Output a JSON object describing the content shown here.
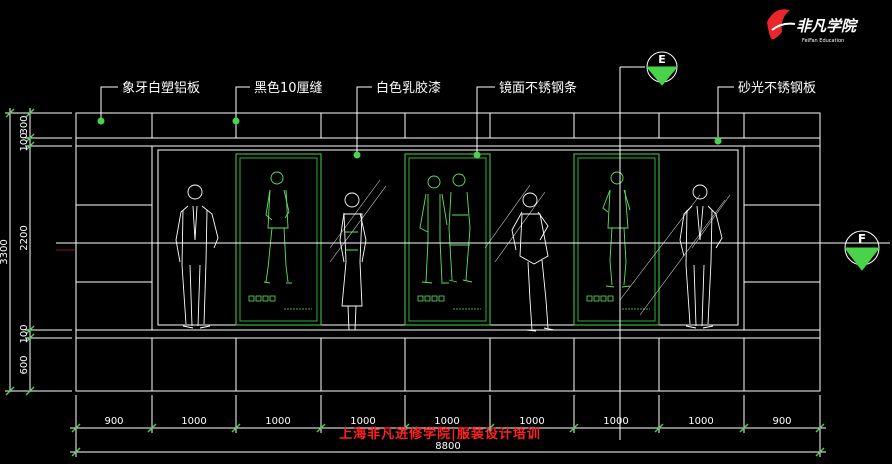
{
  "logo": {
    "name_cn": "非凡学院",
    "name_en": "FeiFan Education"
  },
  "annotations": [
    "象牙白塑铝板",
    "黑色10厘缝",
    "白色乳胶漆",
    "镜面不锈钢条",
    "砂光不锈钢板"
  ],
  "section_markers": {
    "top": "E",
    "right": "F"
  },
  "left_dimensions": [
    "300",
    "100",
    "2200",
    "100",
    "600"
  ],
  "left_total": "3300",
  "bottom_dimensions": [
    "900",
    "1000",
    "1000",
    "1000",
    "1000",
    "1000",
    "1000",
    "1000",
    "900"
  ],
  "bottom_total": "8800",
  "watermark": "上海非凡进修学院|服装设计培训",
  "colors": {
    "background": "#000000",
    "lines": "#ffffff",
    "green": "#49d34a",
    "watermark": "#ff2020",
    "logo": "#e8262c"
  }
}
